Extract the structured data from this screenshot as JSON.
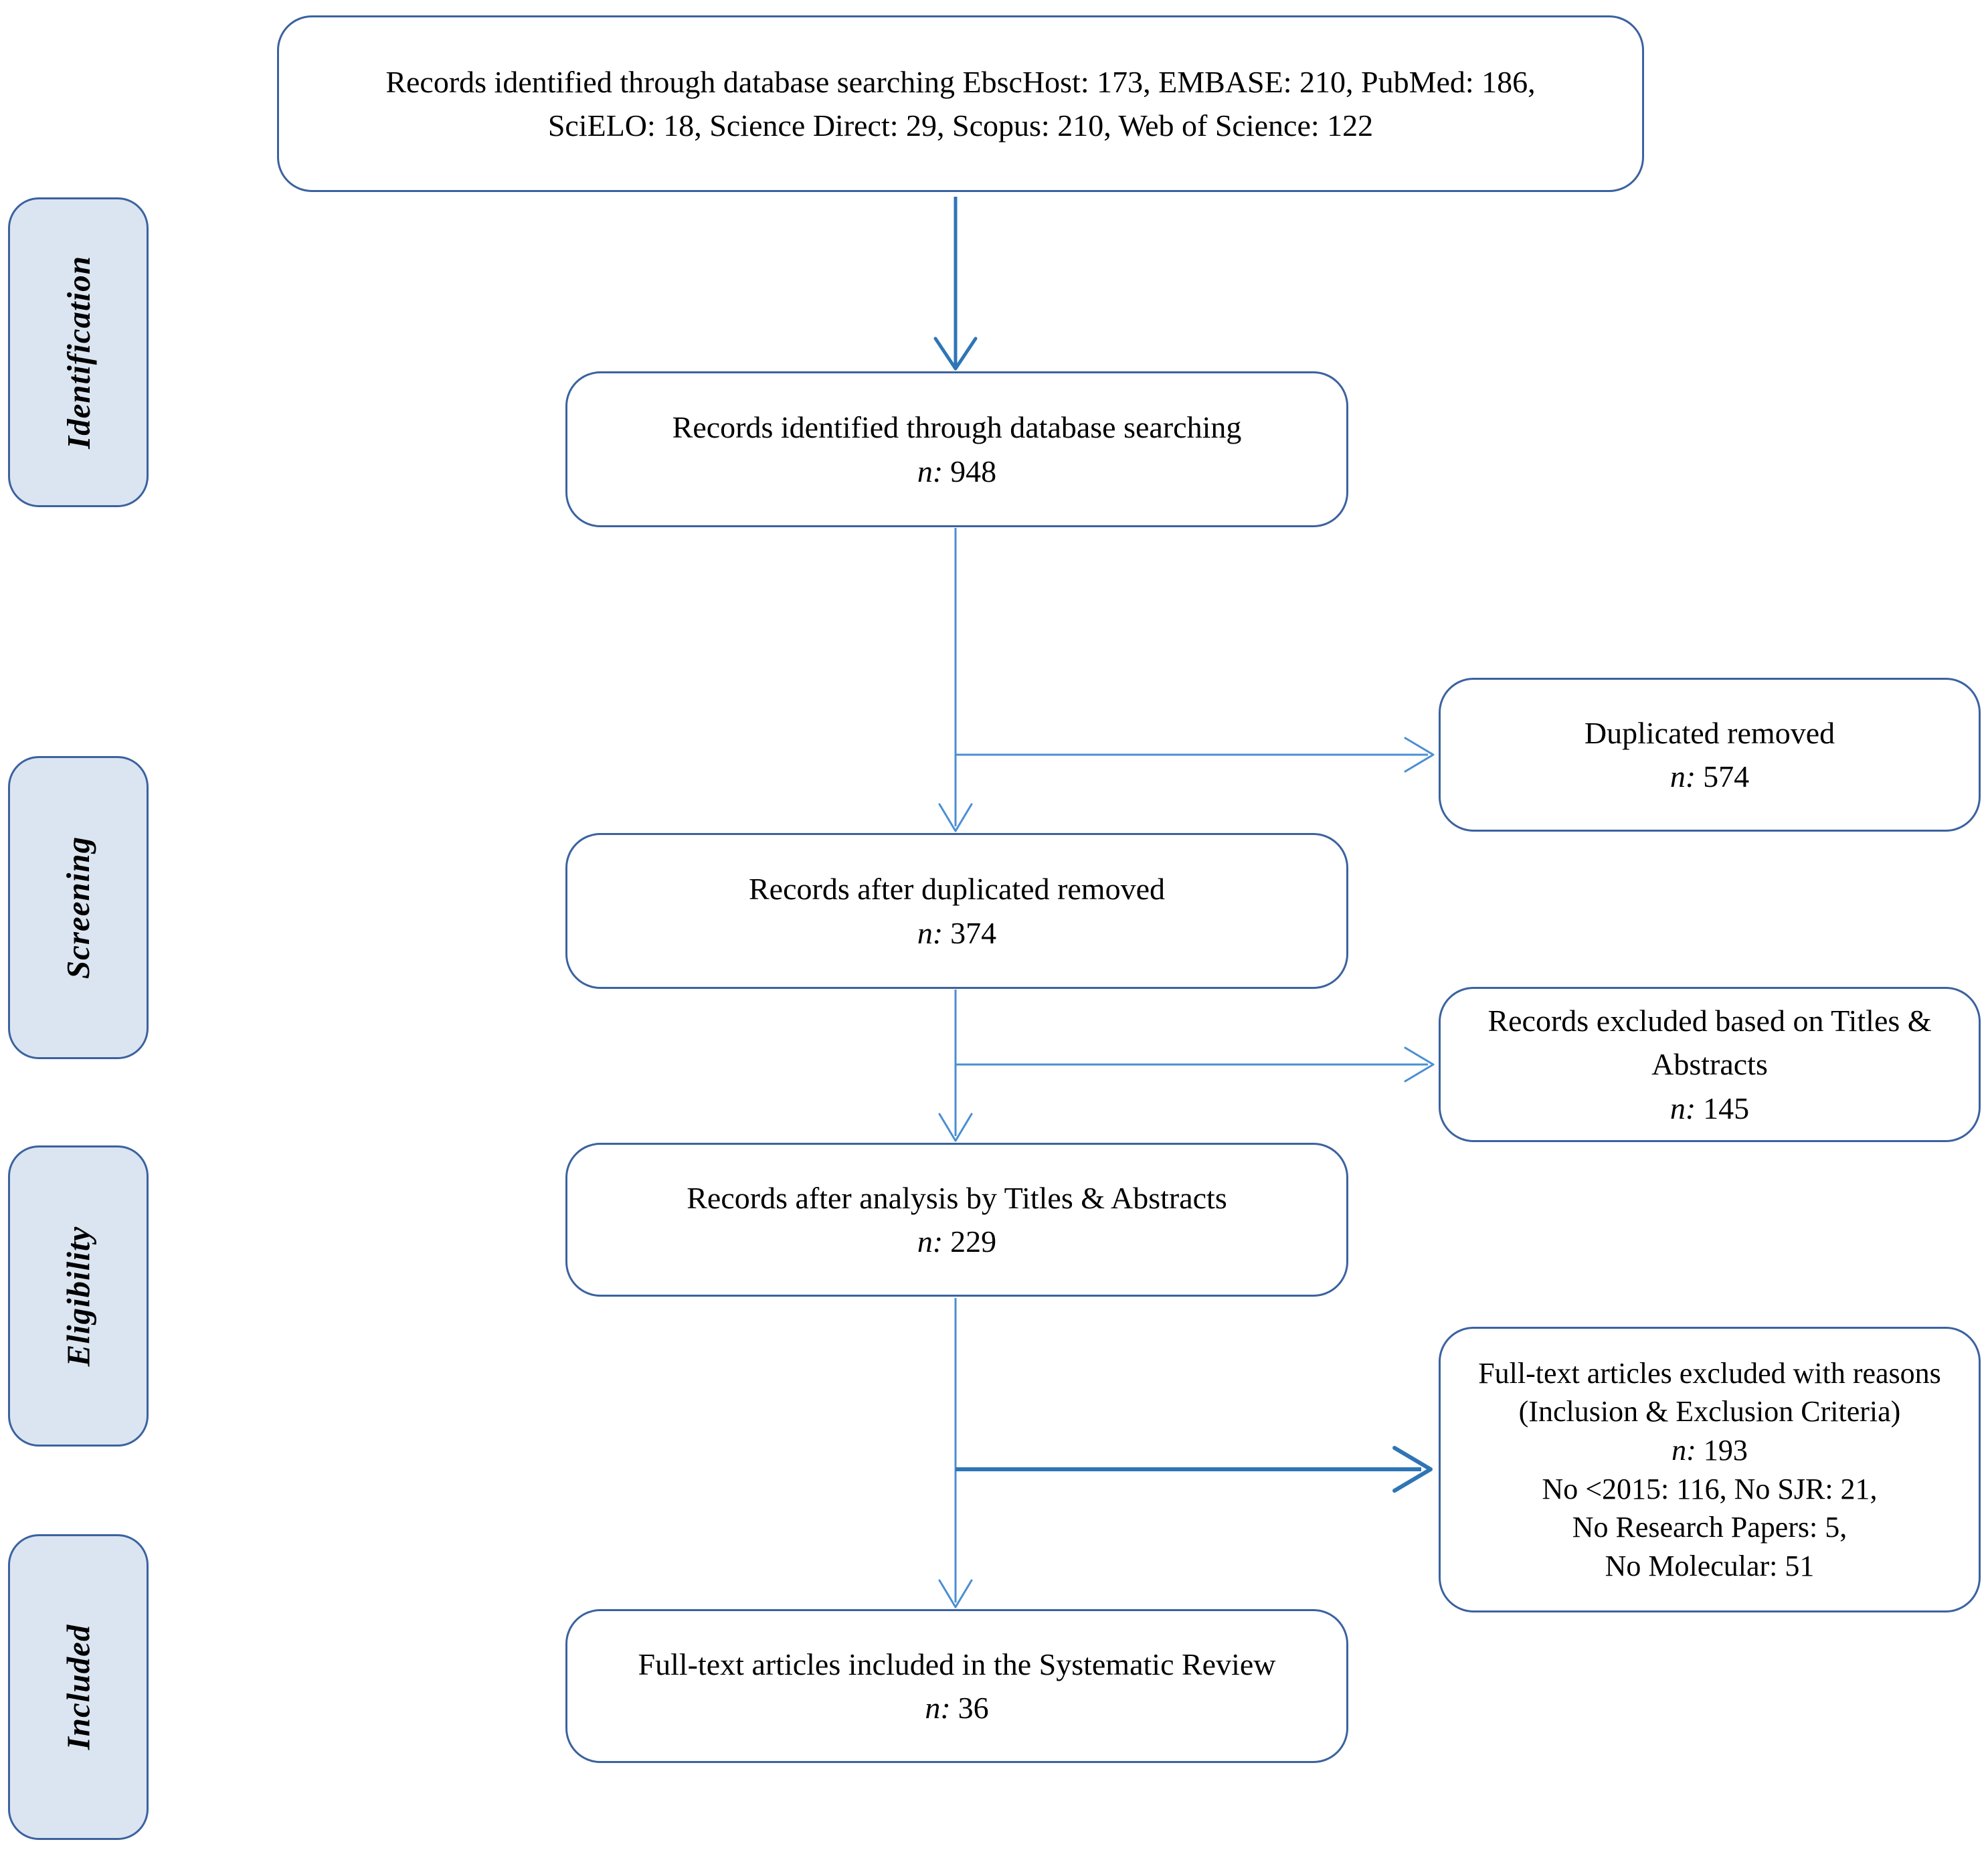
{
  "diagram": {
    "stages": [
      {
        "label": "Identification"
      },
      {
        "label": "Screening"
      },
      {
        "label": "Eligibility"
      },
      {
        "label": "Included"
      }
    ],
    "boxes": {
      "sources": {
        "lines": [
          "Records identified through database searching EbscHost: 173, EMBASE: 210, PubMed: 186,",
          "SciELO: 18, Science Direct: 29, Scopus: 210, Web of Science: 122"
        ]
      },
      "identified": {
        "label": "Records identified through database searching",
        "n_label": "n:",
        "n_value": "948"
      },
      "duplicates_removed": {
        "label": "Duplicated removed",
        "n_label": "n:",
        "n_value": "574"
      },
      "after_duplicates": {
        "label": "Records after duplicated removed",
        "n_label": "n:",
        "n_value": "374"
      },
      "excluded_titles_abstracts": {
        "label": "Records excluded based on Titles & Abstracts",
        "n_label": "n:",
        "n_value": "145"
      },
      "after_titles_abstracts": {
        "label": "Records after analysis by Titles & Abstracts",
        "n_label": "n:",
        "n_value": "229"
      },
      "fulltext_excluded": {
        "label": "Full-text articles excluded with reasons (Inclusion & Exclusion Criteria)",
        "n_label": "n:",
        "n_value": "193",
        "reasons": [
          "No <2015: 116, No SJR: 21,",
          "No Research Papers: 5,",
          "No Molecular: 51"
        ]
      },
      "included_review": {
        "label": "Full-text articles included in the Systematic Review",
        "n_label": "n:",
        "n_value": "36"
      }
    },
    "colors": {
      "box_border": "#3b62a0",
      "stage_fill": "#dbe5f1",
      "arrow_thin": "#4a8fd3",
      "arrow_thick": "#2e75b6",
      "text": "#000000"
    }
  }
}
